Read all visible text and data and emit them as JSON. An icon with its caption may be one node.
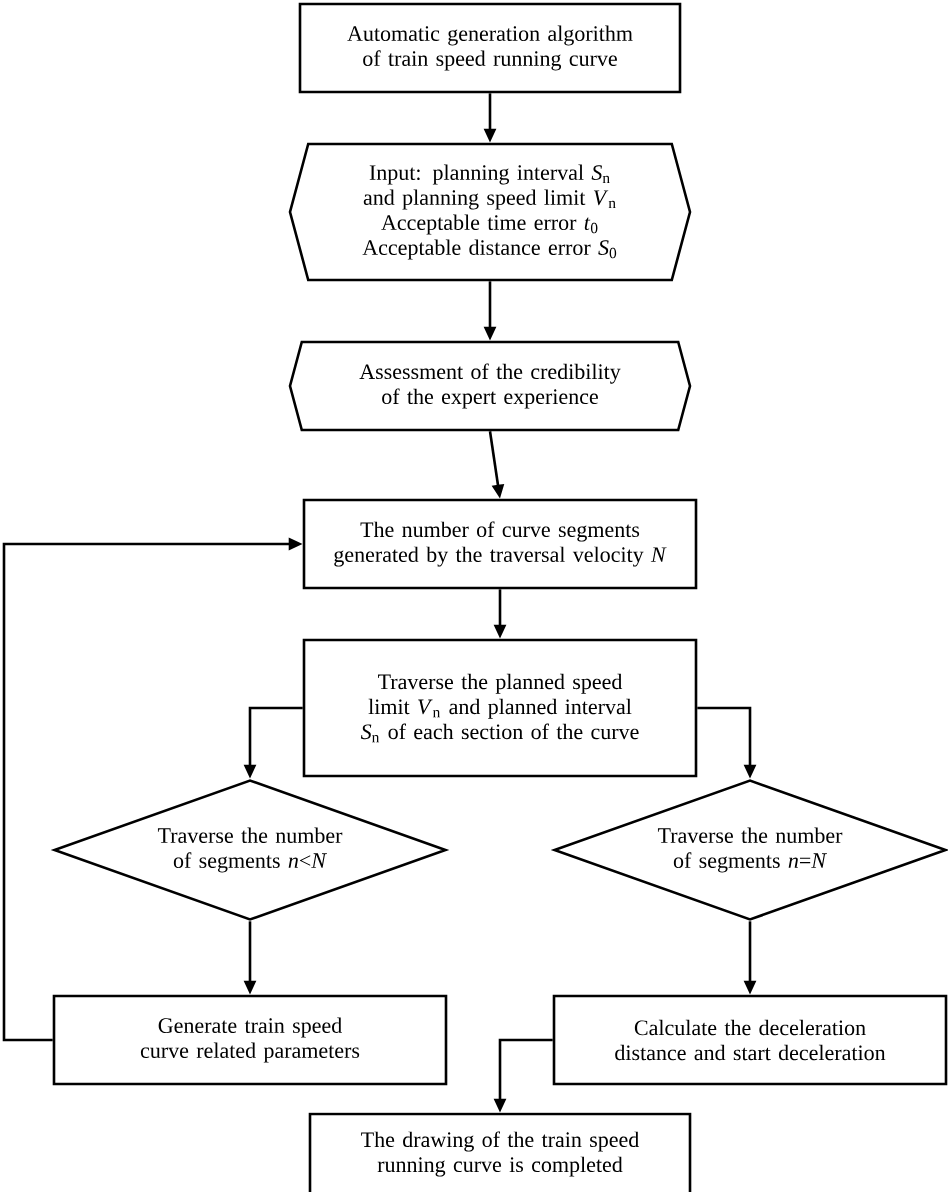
{
  "diagram": {
    "nodes": [
      {
        "text": [
          "Automatic generation algorithm of train speed running curve"
        ]
      },
      {
        "text": [
          "Input: planning interval *S*$_{n}$ and planning speed limit *V*$_{n}$",
          "Acceptable time error *t*$_{0}$",
          "Acceptable distance error *S*$_{0}$"
        ]
      },
      {
        "text": [
          "Assessment of the credibility of the expert experience"
        ]
      },
      {
        "text": [
          "The number of curve segments generated by the traversal velocity *N*"
        ]
      },
      {
        "text": [
          "Traverse the planned speed limit *V*$_{n}$ and planned interval *S*$_{n}$ of each section of the curve"
        ]
      },
      {
        "text": [
          "Traverse the number of segments *n*<*N*"
        ]
      },
      {
        "text": [
          "Traverse the number of segments *n*=*N*"
        ]
      },
      {
        "text": [
          "Generate train speed curve related parameters"
        ]
      },
      {
        "text": [
          "Calculate the deceleration distance and start deceleration"
        ]
      },
      {
        "text": [
          "The drawing of the train speed running curve is completed"
        ]
      }
    ],
    "edges": [
      {
        "from": 0,
        "to": 1,
        "arrow": "to"
      },
      {
        "from": 1,
        "to": 2,
        "arrow": "to"
      },
      {
        "from": 2,
        "to": 3,
        "arrow": "to"
      },
      {
        "from": 3,
        "to": 4,
        "arrow": "to"
      },
      {
        "from": 4,
        "to": 5,
        "arrow": "to"
      },
      {
        "from": 4,
        "to": 6,
        "arrow": "to"
      },
      {
        "from": 5,
        "to": 7,
        "arrow": "to"
      },
      {
        "from": 6,
        "to": 8,
        "arrow": "to"
      },
      {
        "from": 7,
        "to": 3,
        "arrow": "to"
      },
      {
        "from": 8,
        "to": 9,
        "arrow": "to"
      }
    ]
  }
}
